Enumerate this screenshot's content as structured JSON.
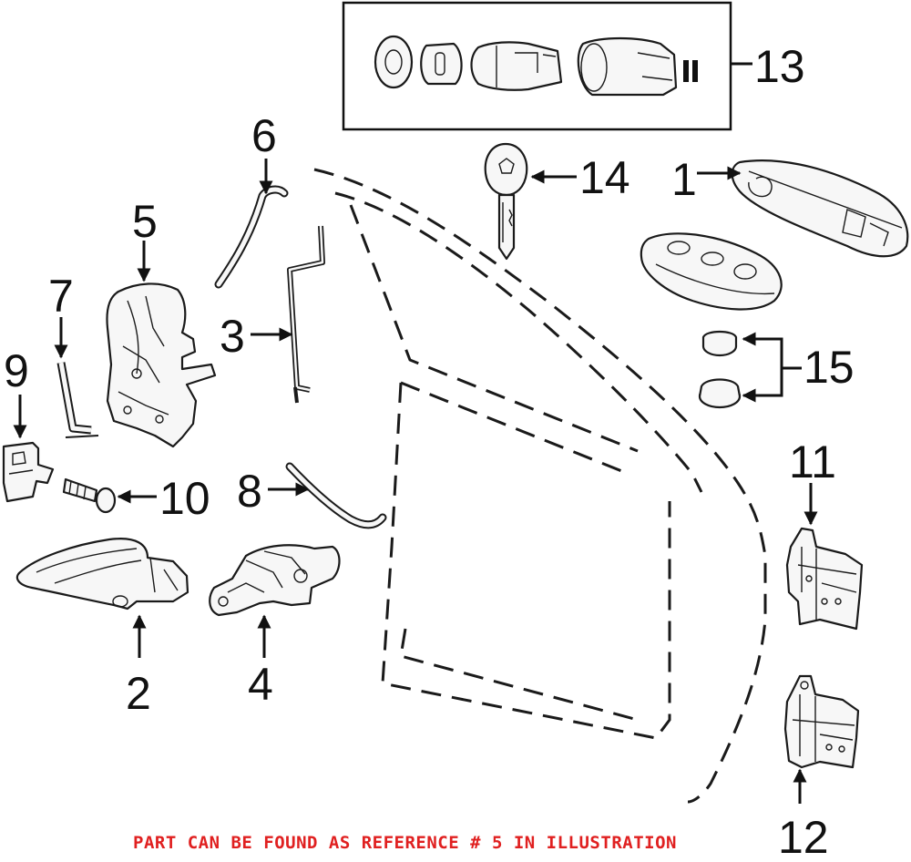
{
  "callouts": [
    {
      "id": "1",
      "label": "1"
    },
    {
      "id": "2",
      "label": "2"
    },
    {
      "id": "3",
      "label": "3"
    },
    {
      "id": "4",
      "label": "4"
    },
    {
      "id": "5",
      "label": "5"
    },
    {
      "id": "6",
      "label": "6"
    },
    {
      "id": "7",
      "label": "7"
    },
    {
      "id": "8",
      "label": "8"
    },
    {
      "id": "9",
      "label": "9"
    },
    {
      "id": "10",
      "label": "10"
    },
    {
      "id": "11",
      "label": "11"
    },
    {
      "id": "12",
      "label": "12"
    },
    {
      "id": "13",
      "label": "13"
    },
    {
      "id": "14",
      "label": "14"
    },
    {
      "id": "15",
      "label": "15"
    }
  ],
  "footer_note": "PART CAN BE FOUND AS REFERENCE # 5 IN ILLUSTRATION",
  "colors": {
    "note": "#e02020",
    "line": "#111111",
    "background": "#ffffff"
  }
}
